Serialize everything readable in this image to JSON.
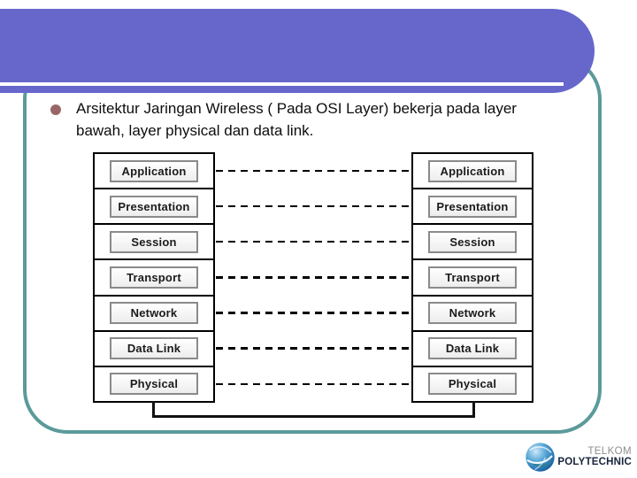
{
  "slide": {
    "bullet_text": "Arsitektur Jaringan Wireless ( Pada OSI Layer) bekerja pada layer bawah, layer physical dan data link."
  },
  "osi": {
    "layers": [
      "Application",
      "Presentation",
      "Session",
      "Transport",
      "Network",
      "Data Link",
      "Physical"
    ]
  },
  "logo": {
    "line1": "TELKOM",
    "line2": "POLYTECHNIC"
  },
  "icons": {
    "logo_globe": "globe-swirl-icon",
    "bullet": "bullet-dot-icon"
  },
  "colors": {
    "header_purple": "#6666cb",
    "border_teal": "#5b9a9a",
    "bullet_rose": "#996666",
    "connector_black": "#000000",
    "logo_gray": "#8e8e8e",
    "logo_navy": "#17243d"
  }
}
